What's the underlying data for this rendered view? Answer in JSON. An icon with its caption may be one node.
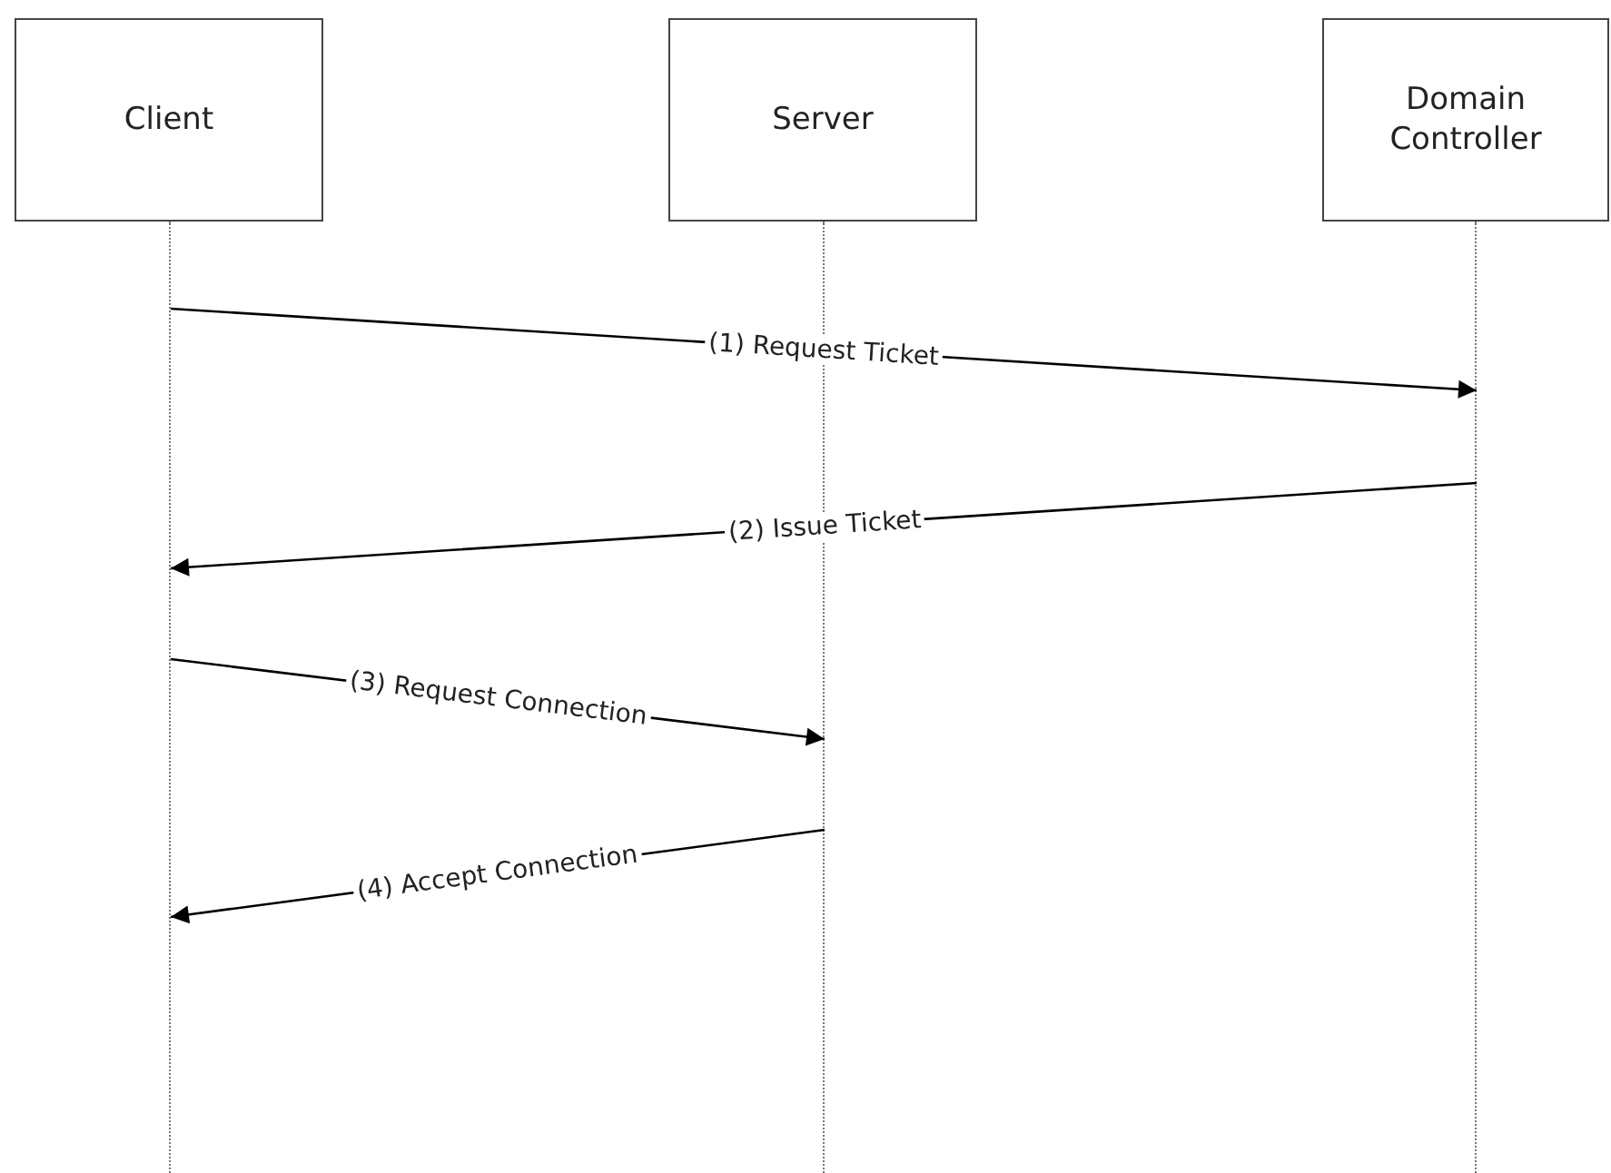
{
  "diagram": {
    "nodes": [
      {
        "text": [
          "Client"
        ]
      },
      {
        "text": [
          "Server"
        ]
      },
      {
        "text": [
          "Domain Controller"
        ]
      },
      {
        "text": [],
        "shape": "line"
      },
      {
        "text": [],
        "shape": "line"
      },
      {
        "text": [],
        "shape": "line"
      }
    ],
    "edges": [
      {
        "from": 3,
        "to": 5,
        "arrow": "to",
        "label": "(1) Request Ticket"
      },
      {
        "from": 5,
        "to": 3,
        "arrow": "to",
        "label": "(2) Issue Ticket"
      },
      {
        "from": 3,
        "to": 4,
        "arrow": "to",
        "label": "(3) Request Connection"
      },
      {
        "from": 4,
        "to": 3,
        "arrow": "to",
        "label": "(4) Accept Connection"
      }
    ]
  }
}
